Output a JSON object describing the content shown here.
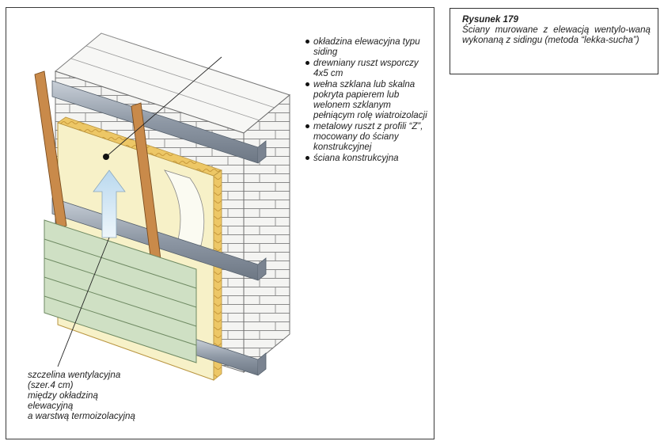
{
  "legend": [
    "okładzina elewacyjna typu siding",
    "drewniany ruszt wsporczy 4x5 cm",
    "wełna szklana lub skalna pokryta papierem lub welonem szklanym pełniącym rolę wiatroizolacji",
    "metalowy ruszt z profili “Z”, mocowany do ściany konstrukcyjnej",
    "ściana konstrukcyjna"
  ],
  "vent_gap_note": [
    "szczelina wentylacyjna",
    "(szer.4 cm)",
    "między okładziną",
    "elewacyjną",
    "a warstwą termoizolacyjną"
  ],
  "caption": {
    "title": "Rysunek 179",
    "text": "Ściany murowane z elewacją wentylo-waną wykonaną z sidingu (metoda “lekka-sucha”)"
  },
  "colors": {
    "brick": "#f4f4f2",
    "brick_line": "#7a7a7a",
    "insulation": "#f7f1c8",
    "insulation_edge": "#e5c56a",
    "wood": "#c98a4a",
    "metal": "#9aa2ad",
    "siding": "#cfe0c4",
    "arrow": "#cfe3f1"
  }
}
